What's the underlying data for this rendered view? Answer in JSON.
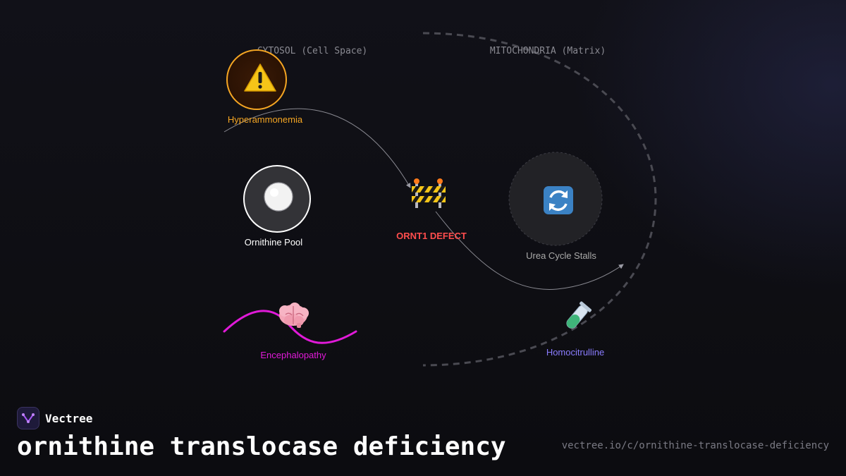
{
  "regions": {
    "cytosol": "CYTOSOL (Cell Space)",
    "mitochondria": "MITOCHONDRIA (Matrix)"
  },
  "nodes": {
    "hyperammonemia": {
      "label": "Hyperammonemia",
      "icon": "warning-icon",
      "color": "#f5a623"
    },
    "ornithine_pool": {
      "label": "Ornithine Pool",
      "icon": "white-circle-icon",
      "color": "#ffffff"
    },
    "ornt1_defect": {
      "label": "ORNT1 DEFECT",
      "icon": "construction-barrier-icon",
      "color": "#ff4d4d"
    },
    "urea_cycle": {
      "label": "Urea Cycle Stalls",
      "icon": "cycle-arrows-icon",
      "color": "#aaaaaa"
    },
    "encephalopathy": {
      "label": "Encephalopathy",
      "icon": "brain-icon",
      "color": "#e01ad8"
    },
    "homocitrulline": {
      "label": "Homocitrulline",
      "icon": "test-tube-icon",
      "color": "#8a7cff"
    }
  },
  "footer": {
    "brand": "Vectree",
    "title": "ornithine translocase deficiency",
    "url": "vectree.io/c/ornithine-translocase-deficiency"
  }
}
